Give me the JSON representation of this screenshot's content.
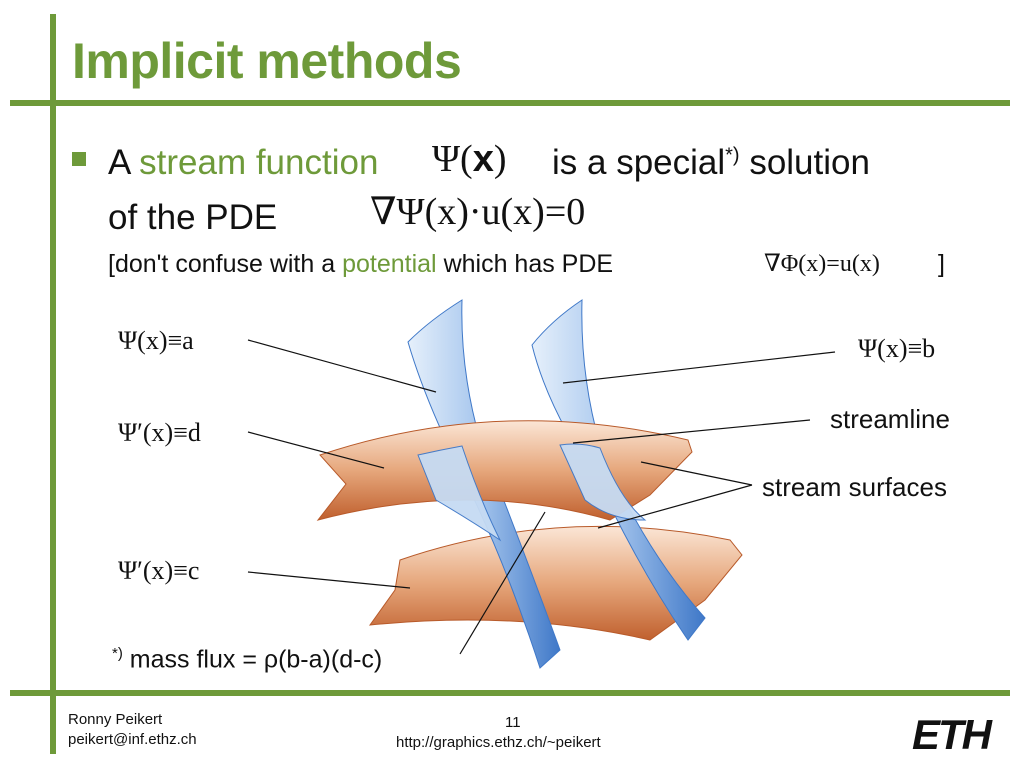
{
  "slide": {
    "title": "Implicit methods",
    "bullet": {
      "line1_a": "A ",
      "line1_highlight": "stream function",
      "line1_b": "is a special",
      "line1_sup": "*)",
      "line1_c": " solution",
      "line2": "of the PDE",
      "formula_main": "∇Ψ(x)·u(x)=0",
      "sub_a": "[don't confuse with a ",
      "sub_highlight": "potential",
      "sub_b": " which has PDE",
      "sub_formula": "∇Φ(x)=u(x)",
      "sub_close": "]"
    },
    "figure_labels": {
      "psi_a": "Ψ(x)≡a",
      "psi_b": "Ψ(x)≡b",
      "psi_d": "Ψ′(x)≡d",
      "psi_c": "Ψ′(x)≡c",
      "streamline": "streamline",
      "stream_surfaces": "stream surfaces"
    },
    "footnote": {
      "mark": "*)",
      "text": " mass flux = ρ(b-a)(d-c)"
    },
    "footer": {
      "author": "Ronny Peikert",
      "email": "peikert@inf.ethz.ch",
      "page": "11",
      "url": "http://graphics.ethz.ch/~peikert",
      "logo": "ETH"
    },
    "colors": {
      "accent_green": "#6e9a3a",
      "surface_blue": "#5d93dc",
      "surface_orange": "#d27a48"
    }
  }
}
